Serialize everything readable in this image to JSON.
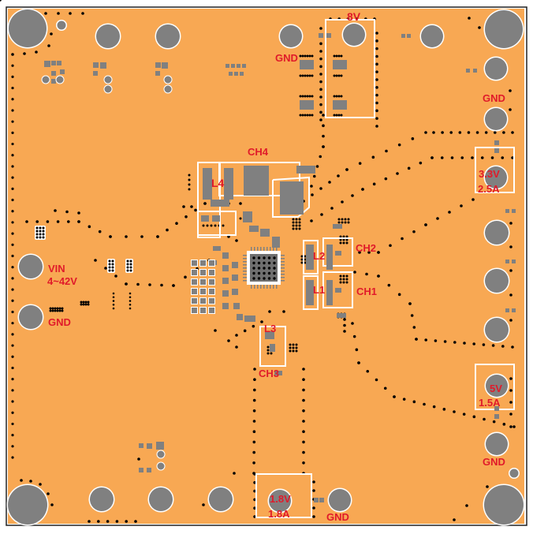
{
  "colors": {
    "board": "#f8a853",
    "pad": "#808080",
    "outline": "#ffffff",
    "via": "#000000",
    "label": "#e01a2a",
    "frame": "#222222"
  },
  "labels": {
    "gnd_top": "GND",
    "v8": "8V",
    "gnd_top_right": "GND",
    "ch4": "CH4",
    "l4": "L4",
    "v33": "3.3V",
    "a25": "2.5A",
    "l2": "L2",
    "ch2": "CH2",
    "l1": "L1",
    "ch1": "CH1",
    "vin": "VIN",
    "vin_range": "4~42V",
    "gnd_left": "GND",
    "l3": "L3",
    "ch3": "CH3",
    "v5": "5V",
    "a15": "1.5A",
    "gnd_right": "GND",
    "v18": "1.8V",
    "a18": "1.8A",
    "gnd_bottom": "GND"
  },
  "terminals": [
    {
      "id": "mount-hole-top-left",
      "kind": "mount"
    },
    {
      "id": "mount-hole-top-right",
      "kind": "mount"
    },
    {
      "id": "mount-hole-bottom-left",
      "kind": "mount"
    },
    {
      "id": "mount-hole-bottom-right",
      "kind": "mount"
    },
    {
      "id": "terminal-top-1",
      "kind": "pad"
    },
    {
      "id": "terminal-top-2",
      "kind": "pad"
    },
    {
      "id": "terminal-gnd-top",
      "kind": "pad"
    },
    {
      "id": "terminal-8v",
      "kind": "pad"
    },
    {
      "id": "terminal-top-right",
      "kind": "pad"
    },
    {
      "id": "terminal-right-upper",
      "kind": "pad"
    },
    {
      "id": "terminal-gnd-top-right",
      "kind": "pad"
    },
    {
      "id": "terminal-3v3",
      "kind": "pad"
    },
    {
      "id": "terminal-right-1",
      "kind": "pad"
    },
    {
      "id": "terminal-right-2",
      "kind": "pad"
    },
    {
      "id": "terminal-right-3",
      "kind": "pad"
    },
    {
      "id": "terminal-5v",
      "kind": "pad"
    },
    {
      "id": "terminal-gnd-right",
      "kind": "pad"
    },
    {
      "id": "terminal-vin",
      "kind": "pad"
    },
    {
      "id": "terminal-gnd-left",
      "kind": "pad"
    },
    {
      "id": "terminal-bottom-1",
      "kind": "pad"
    },
    {
      "id": "terminal-bottom-2",
      "kind": "pad"
    },
    {
      "id": "terminal-bottom-3",
      "kind": "pad"
    },
    {
      "id": "terminal-1v8",
      "kind": "pad"
    },
    {
      "id": "terminal-gnd-bottom",
      "kind": "pad"
    }
  ],
  "regions": [
    {
      "id": "region-8v"
    },
    {
      "id": "region-ch4"
    },
    {
      "id": "region-l4"
    },
    {
      "id": "region-3v3"
    },
    {
      "id": "region-l2-ch2"
    },
    {
      "id": "region-l1-ch1"
    },
    {
      "id": "region-l3"
    },
    {
      "id": "region-5v"
    },
    {
      "id": "region-1v8"
    }
  ]
}
